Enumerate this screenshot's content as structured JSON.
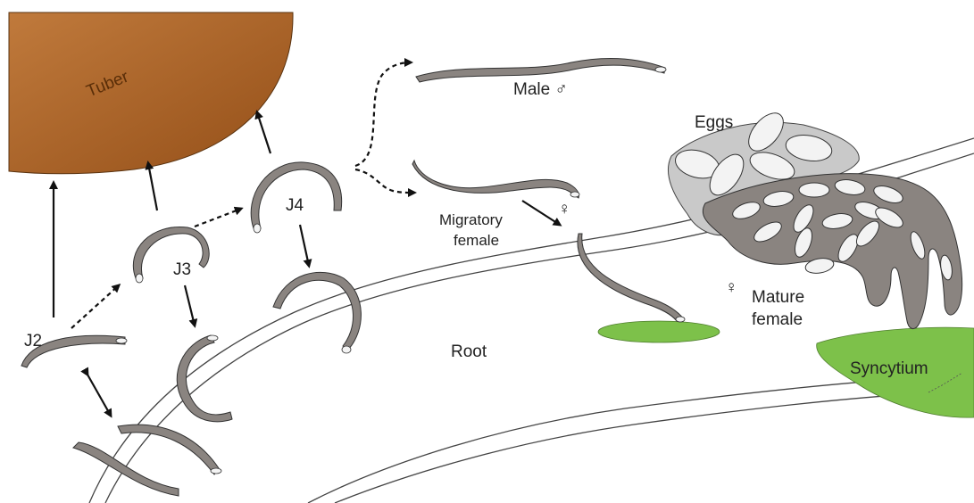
{
  "labels": {
    "tuber": "Tuber",
    "j2": "J2",
    "j3": "J3",
    "j4": "J4",
    "male": "Male ♂",
    "migratory_female_line1": "Migratory",
    "migratory_female_line2": "female",
    "female_symbol": "♀",
    "root": "Root",
    "eggs": "Eggs",
    "mature_female_symbol": "♀",
    "mature_female_line1": "Mature",
    "mature_female_line2": "female",
    "syncytium": "Syncytium"
  },
  "colors": {
    "tuber": "#a35c23",
    "worm": "#8a8480",
    "syncytium": "#7dc14a",
    "egg_sac": "#c9c9c9"
  }
}
